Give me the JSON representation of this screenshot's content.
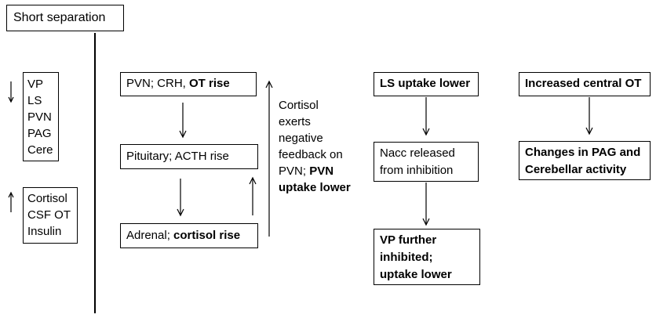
{
  "title": "Short separation",
  "left_down_list": [
    "VP",
    "LS",
    "PVN",
    "PAG",
    "Cere"
  ],
  "left_up_list": [
    "Cortisol",
    "CSF OT",
    "Insulin"
  ],
  "chain": {
    "pvn_prefix": "PVN; CRH, ",
    "pvn_bold": "OT rise",
    "pituitary": "Pituitary; ACTH rise",
    "adrenal_prefix": "Adrenal; ",
    "adrenal_bold": "cortisol rise"
  },
  "feedback": {
    "line1": "Cortisol",
    "line2": "exerts",
    "line3": "negative",
    "line4": "feedback on",
    "line5_prefix": "PVN; ",
    "line5_bold": "PVN",
    "line6_bold": "uptake lower"
  },
  "ls_chain": {
    "ls_uptake": "LS uptake lower",
    "nacc_line1": "Nacc released",
    "nacc_line2": "from inhibition",
    "vp_line1": "VP further",
    "vp_line2": "inhibited;",
    "vp_line3": "uptake lower"
  },
  "ot_chain": {
    "increased_ot": "Increased central OT",
    "changes_line1": "Changes in PAG and",
    "changes_line2": "Cerebellar activity"
  }
}
